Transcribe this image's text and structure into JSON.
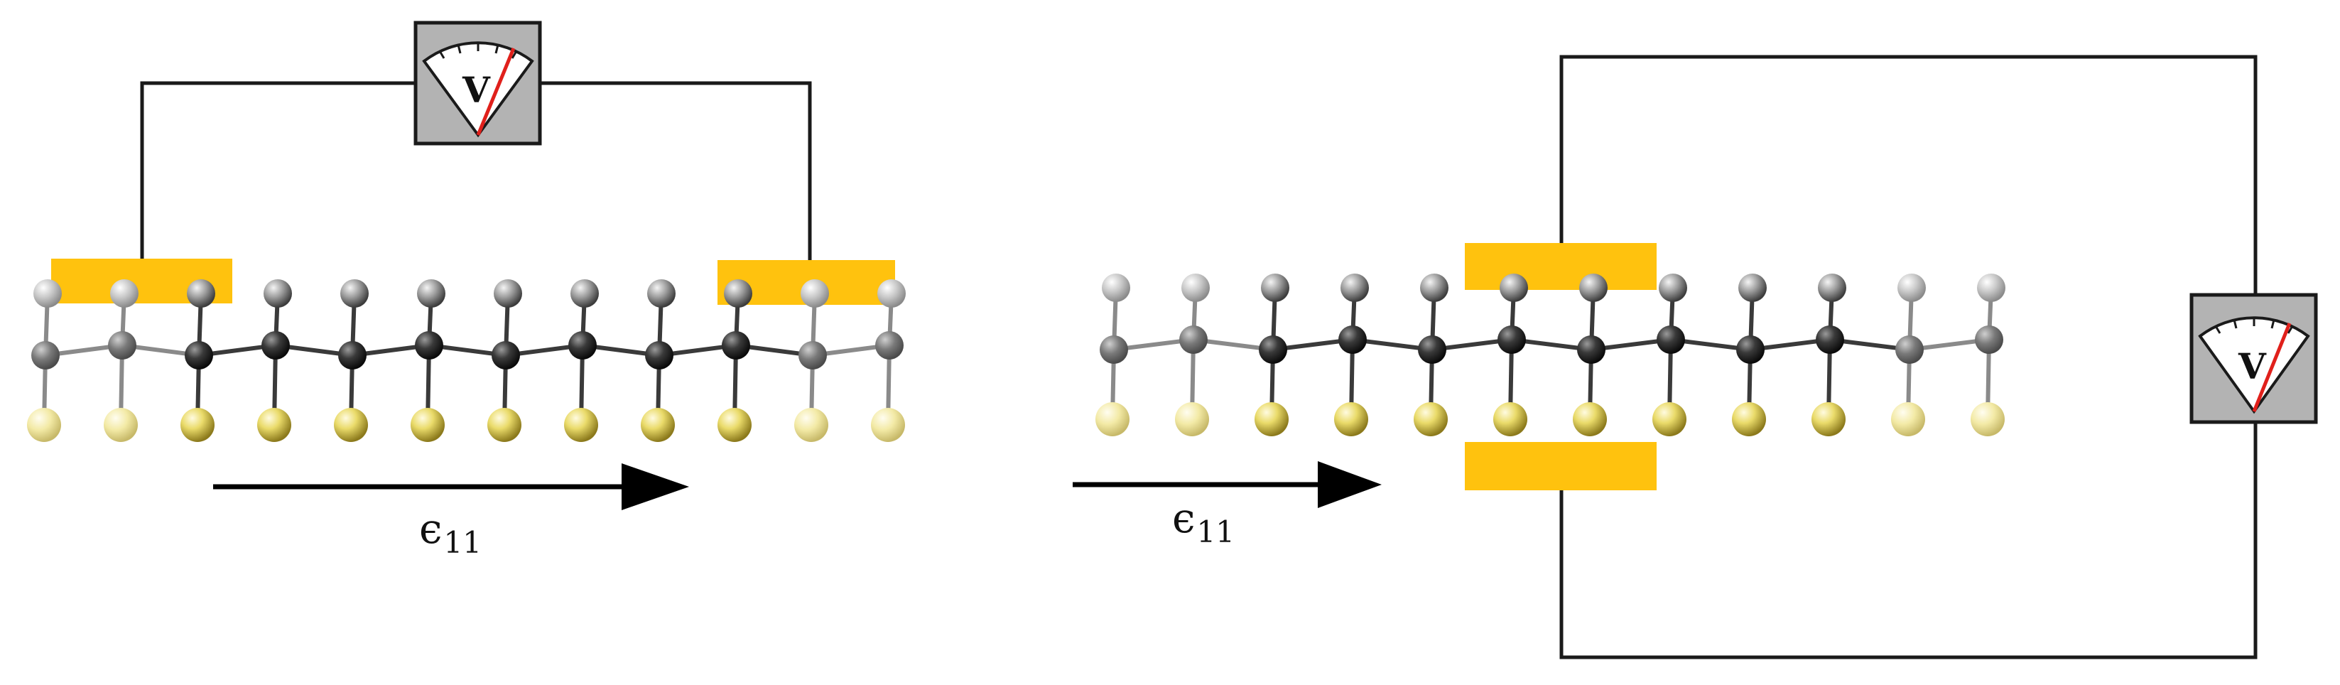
{
  "voltmeter_symbol": "V",
  "strain_symbol": "ϵ",
  "strain_subscript": "11",
  "colors": {
    "electrode": "#FFC20E",
    "wire": "#1a1a1a",
    "voltmeter_body": "#b3b3b3",
    "needle": "#e0201b",
    "arrow": "#000000",
    "carbon_dark": "#111111",
    "carbon_light": "#7a7a7a",
    "hydrogen": "#9a9a9a",
    "sulfur": "#e3d250"
  },
  "panels": [
    {
      "id": "left",
      "description_items": [
        "electrode-left",
        "electrode-right",
        "voltmeter-top",
        "strain-arrow",
        "polymer-chain"
      ]
    },
    {
      "id": "right",
      "description_items": [
        "electrode-top",
        "electrode-bottom",
        "voltmeter-right",
        "strain-arrow",
        "polymer-chain"
      ]
    }
  ]
}
